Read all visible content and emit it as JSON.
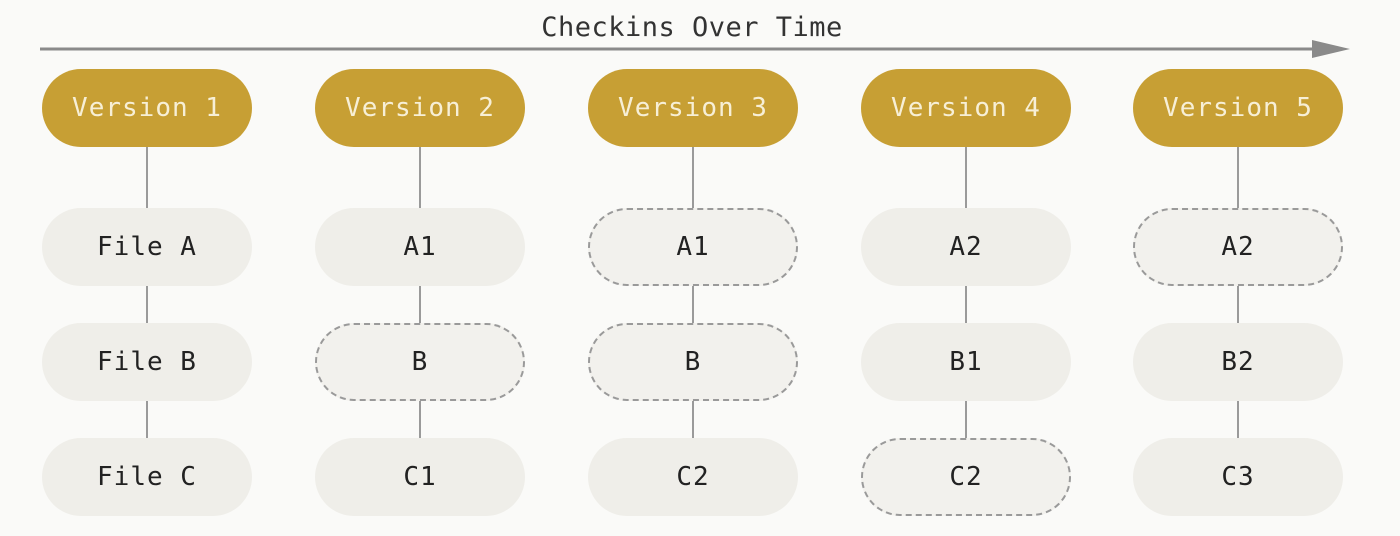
{
  "title": "Checkins Over Time",
  "colors": {
    "version_fill": "#c79f34",
    "file_fill": "#efeee9",
    "arrow": "#8a8a8a"
  },
  "versions": [
    {
      "label": "Version 1",
      "files": [
        {
          "label": "File A",
          "style": "solid"
        },
        {
          "label": "File B",
          "style": "solid"
        },
        {
          "label": "File C",
          "style": "solid"
        }
      ]
    },
    {
      "label": "Version 2",
      "files": [
        {
          "label": "A1",
          "style": "solid"
        },
        {
          "label": "B",
          "style": "dashed"
        },
        {
          "label": "C1",
          "style": "solid"
        }
      ]
    },
    {
      "label": "Version 3",
      "files": [
        {
          "label": "A1",
          "style": "dashed"
        },
        {
          "label": "B",
          "style": "dashed"
        },
        {
          "label": "C2",
          "style": "solid"
        }
      ]
    },
    {
      "label": "Version 4",
      "files": [
        {
          "label": "A2",
          "style": "solid"
        },
        {
          "label": "B1",
          "style": "solid"
        },
        {
          "label": "C2",
          "style": "dashed"
        }
      ]
    },
    {
      "label": "Version 5",
      "files": [
        {
          "label": "A2",
          "style": "dashed"
        },
        {
          "label": "B2",
          "style": "solid"
        },
        {
          "label": "C3",
          "style": "solid"
        }
      ]
    }
  ]
}
